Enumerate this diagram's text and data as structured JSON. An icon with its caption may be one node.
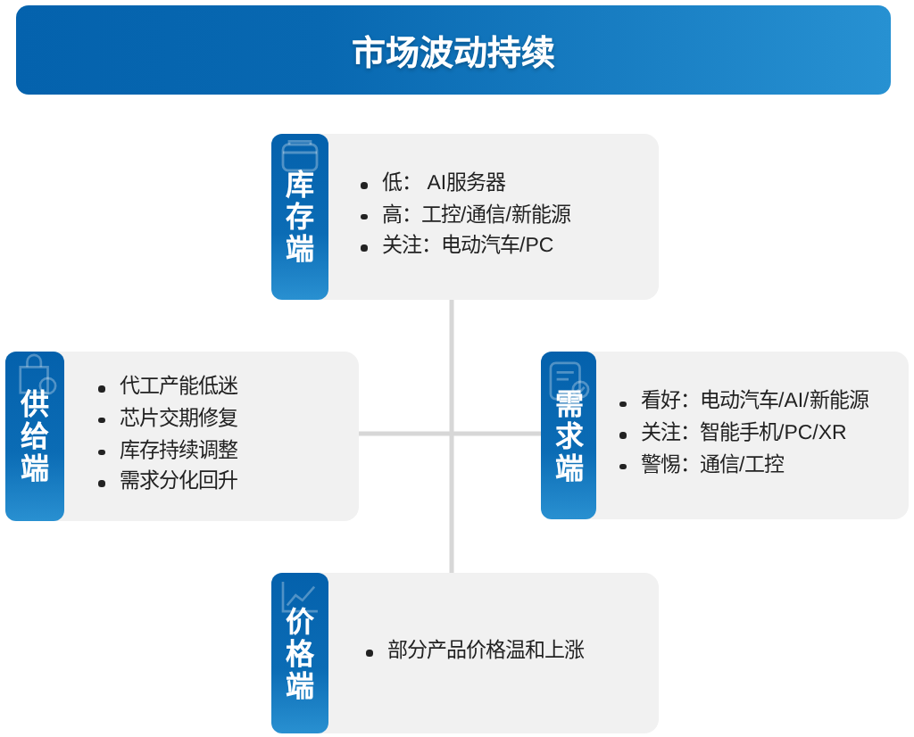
{
  "diagram": {
    "title": "市场波动持续",
    "nodes": [
      {
        "text": [
          "库存端",
          "低： AI服务器",
          "高：工控/通信/新能源",
          "关注：电动汽车/PC"
        ]
      },
      {
        "text": [
          "供给端",
          "代工产能低迷",
          "芯片交期修复",
          "库存持续调整",
          "需求分化回升"
        ]
      },
      {
        "text": [
          "需求端",
          "看好：电动汽车/AI/新能源",
          "关注：智能手机/PC/XR",
          "警惕：通信/工控"
        ]
      },
      {
        "text": [
          "价格端",
          "部分产品价格温和上涨"
        ]
      }
    ],
    "edges": [
      {
        "from": 0,
        "to": 3,
        "arrow": "none"
      },
      {
        "from": 1,
        "to": 2,
        "arrow": "none"
      }
    ]
  }
}
